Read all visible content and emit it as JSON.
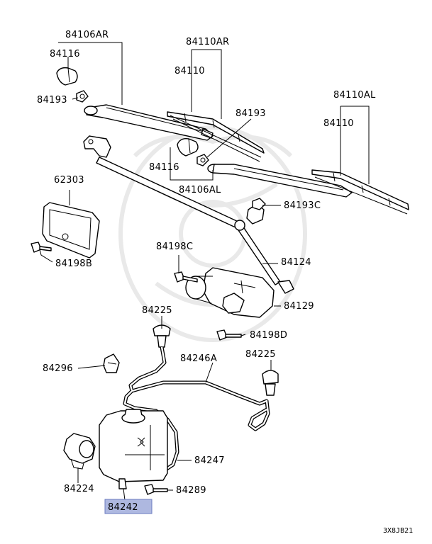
{
  "labels": {
    "arm_assy_right": "84106AR",
    "cap_right_arm": "84116",
    "nut_right_arm": "84193",
    "blade_assy_right": "84110AR",
    "blade_right": "84110",
    "nut_left_arm": "84193",
    "blade_assy_left": "84110AL",
    "blade_left": "84110",
    "cap_left_arm": "84116",
    "arm_assy_left": "84106AL",
    "access_cover": "62303",
    "pivot_nut": "84193C",
    "motor_bolt_upper": "84198C",
    "linkage": "84124",
    "cover_screw": "84198B",
    "wiper_motor": "84129",
    "nozzle_left": "84225",
    "motor_bolt_lower": "84198D",
    "hose_clip": "84296",
    "washer_hose_a": "84246A",
    "nozzle_right": "84225",
    "washer_hose": "84247",
    "washer_pump": "84224",
    "tank_screw": "84289",
    "washer_tank": "84242",
    "diagram_code": "3X8JB21"
  },
  "highlight": {
    "part": "84242",
    "color": "#aeb8e0"
  }
}
